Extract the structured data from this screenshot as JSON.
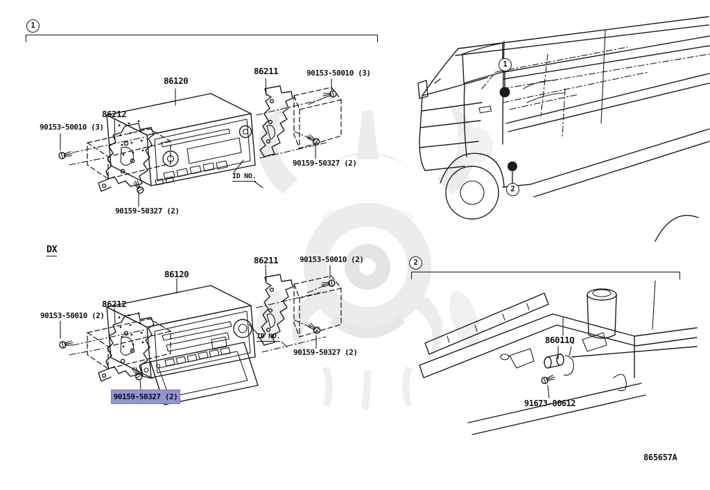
{
  "page": {
    "footer_code": "865657A"
  },
  "colors": {
    "line": "#1a1a1a",
    "highlight_bg": "#9295cf",
    "watermark": "#ececec"
  },
  "section1": {
    "marker": "1",
    "diagram_top": {
      "radio_label": "86120",
      "bracket_left_label": "86212",
      "bracket_right_label": "86211",
      "screw_left_label": "90153-50010 (3)",
      "screw_right_top_label": "90153-50010 (3)",
      "screw_right_bottom_label": "90159-50327 (2)",
      "screw_bottom_label": "90159-50327 (2)",
      "id_no_label": "ID NO."
    },
    "variant_label": "DX",
    "diagram_dx": {
      "radio_label": "86120",
      "bracket_left_label": "86212",
      "bracket_right_label": "86211",
      "screw_left_label": "90153-50010 (2)",
      "screw_right_top_label": "90153-50010 (2)",
      "screw_right_bottom_label": "90159-50327 (2)",
      "screw_bottom_highlighted_label": "90159-50327 (2)",
      "id_no_label": "ID NO."
    }
  },
  "vehicle_view": {
    "callout_1": "1",
    "callout_2": "2"
  },
  "section2": {
    "marker": "2",
    "part_label": "86011Q",
    "screw_label": "91673-80612"
  }
}
